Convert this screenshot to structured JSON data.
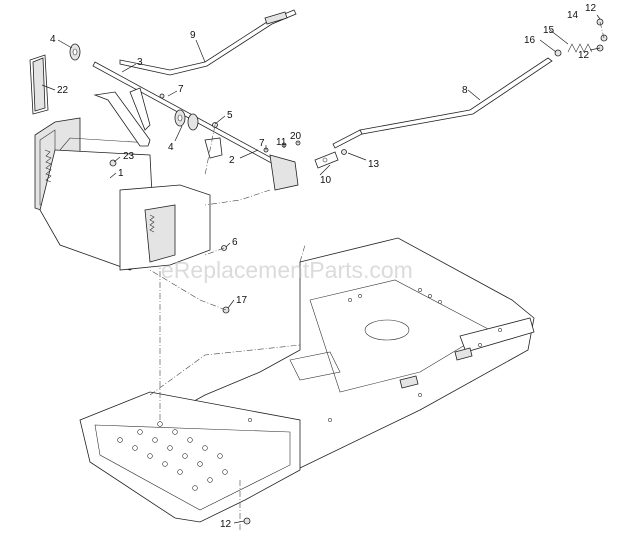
{
  "watermark": "eReplacementParts.com",
  "callouts": [
    {
      "id": "c-4a",
      "label": "4"
    },
    {
      "id": "c-9",
      "label": "9"
    },
    {
      "id": "c-3",
      "label": "3"
    },
    {
      "id": "c-22",
      "label": "22"
    },
    {
      "id": "c-7a",
      "label": "7"
    },
    {
      "id": "c-5",
      "label": "5"
    },
    {
      "id": "c-4b",
      "label": "4"
    },
    {
      "id": "c-7b",
      "label": "7"
    },
    {
      "id": "c-11",
      "label": "11"
    },
    {
      "id": "c-20",
      "label": "20"
    },
    {
      "id": "c-2",
      "label": "2"
    },
    {
      "id": "c-23",
      "label": "23"
    },
    {
      "id": "c-1",
      "label": "1"
    },
    {
      "id": "c-10",
      "label": "10"
    },
    {
      "id": "c-13",
      "label": "13"
    },
    {
      "id": "c-8",
      "label": "8"
    },
    {
      "id": "c-16",
      "label": "16"
    },
    {
      "id": "c-15",
      "label": "15"
    },
    {
      "id": "c-14",
      "label": "14"
    },
    {
      "id": "c-12a",
      "label": "12"
    },
    {
      "id": "c-12b",
      "label": "12"
    },
    {
      "id": "c-6",
      "label": "6"
    },
    {
      "id": "c-17",
      "label": "17"
    },
    {
      "id": "c-12c",
      "label": "12"
    }
  ]
}
